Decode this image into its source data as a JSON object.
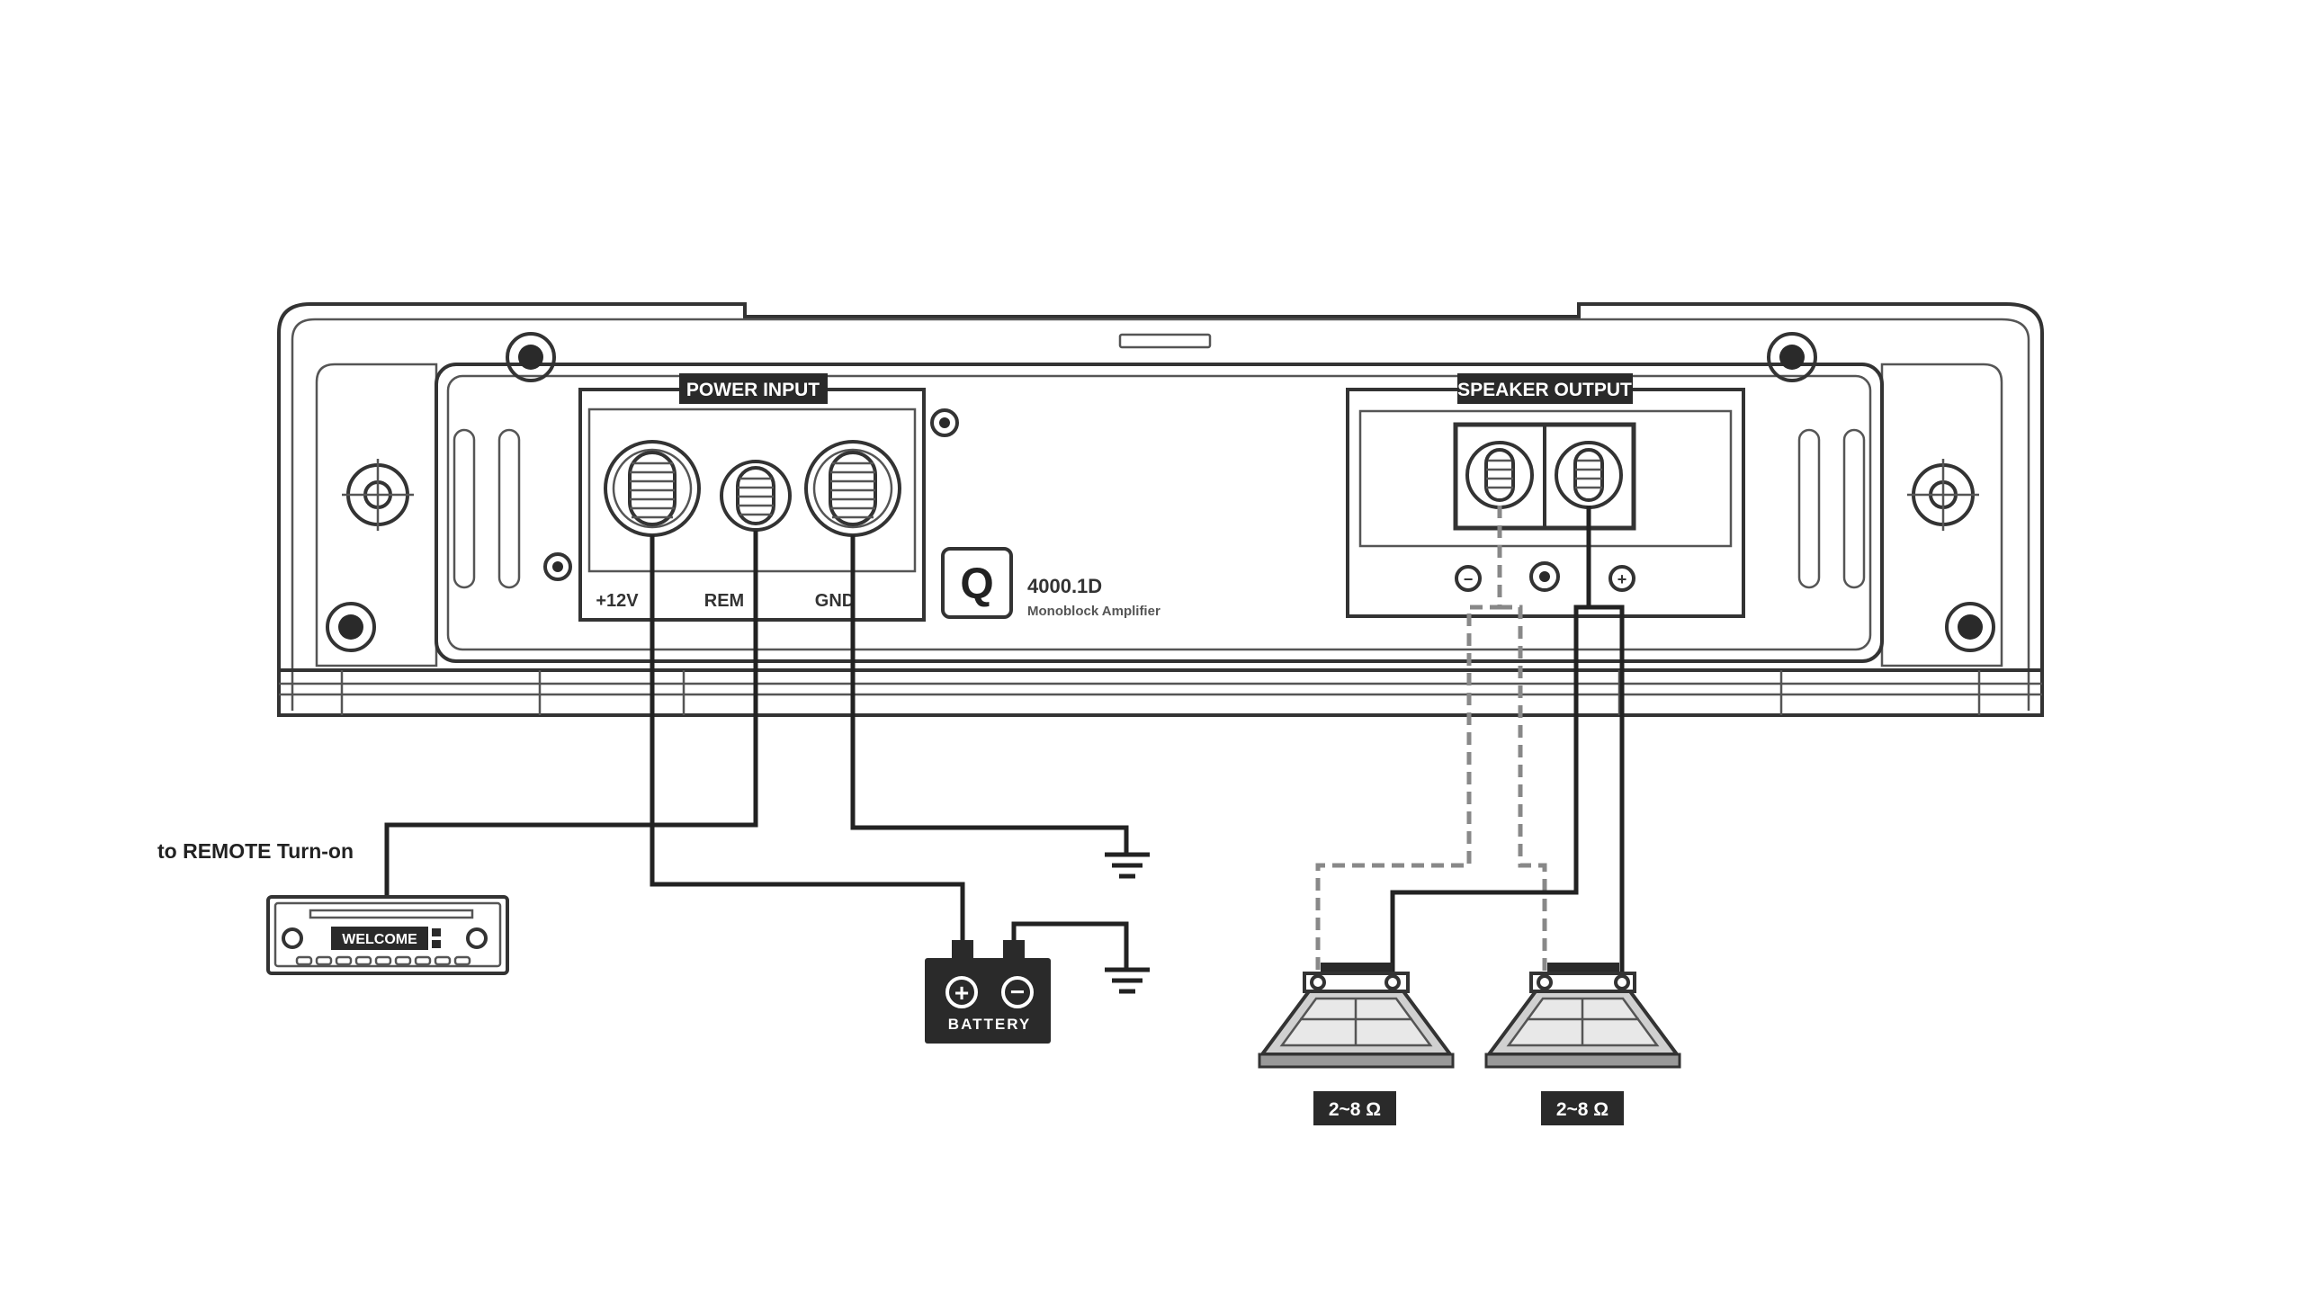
{
  "amplifier": {
    "power_input_label": "POWER INPUT",
    "speaker_output_label": "SPEAKER OUTPUT",
    "terminal_12v": "+12V",
    "terminal_rem": "REM",
    "terminal_gnd": "GND",
    "model": "4000.1D",
    "model_subtitle": "Monoblock Amplifier",
    "logo_letter": "Q",
    "output_minus": "−",
    "output_plus": "+"
  },
  "head_unit": {
    "remote_label": "to REMOTE Turn-on",
    "display_text": "WELCOME"
  },
  "battery": {
    "label": "BATTERY",
    "plus": "+",
    "minus": "−"
  },
  "speakers": [
    {
      "impedance": "2~8 Ω"
    },
    {
      "impedance": "2~8 Ω"
    }
  ]
}
